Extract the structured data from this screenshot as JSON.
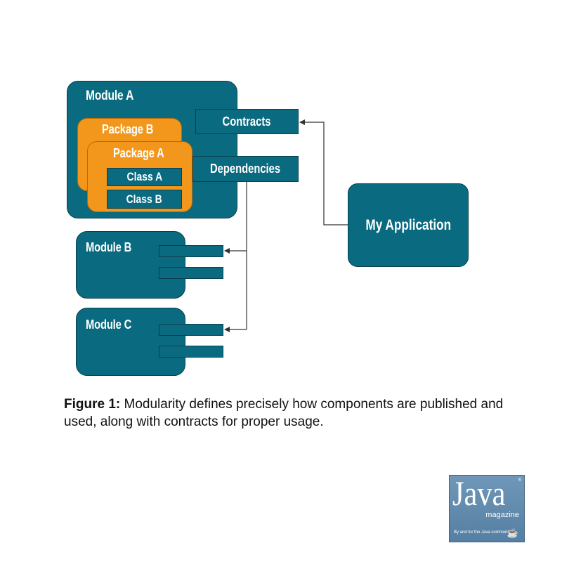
{
  "diagram": {
    "module_a": {
      "label": "Module A"
    },
    "package_b": {
      "label": "Package B"
    },
    "package_a": {
      "label": "Package A"
    },
    "class_a": {
      "label": "Class A"
    },
    "class_b": {
      "label": "Class B"
    },
    "contracts": {
      "label": "Contracts"
    },
    "dependencies": {
      "label": "Dependencies"
    },
    "module_b": {
      "label": "Module B"
    },
    "module_c": {
      "label": "Module C"
    },
    "my_application": {
      "label": "My Application"
    },
    "colors": {
      "module_fill": "#0a6a80",
      "module_border": "#0b3f4d",
      "package_fill": "#f2971c",
      "package_border": "#b86a08",
      "connector": "#333333"
    }
  },
  "caption": {
    "prefix": "Figure 1:",
    "text": " Modularity defines precisely how components are published and used, along with contracts for proper usage."
  },
  "logo": {
    "title": "Java",
    "subtitle": "magazine",
    "tagline": "By and for the Java community",
    "cup_icon": "coffee-cup-icon",
    "trademark": "®"
  }
}
